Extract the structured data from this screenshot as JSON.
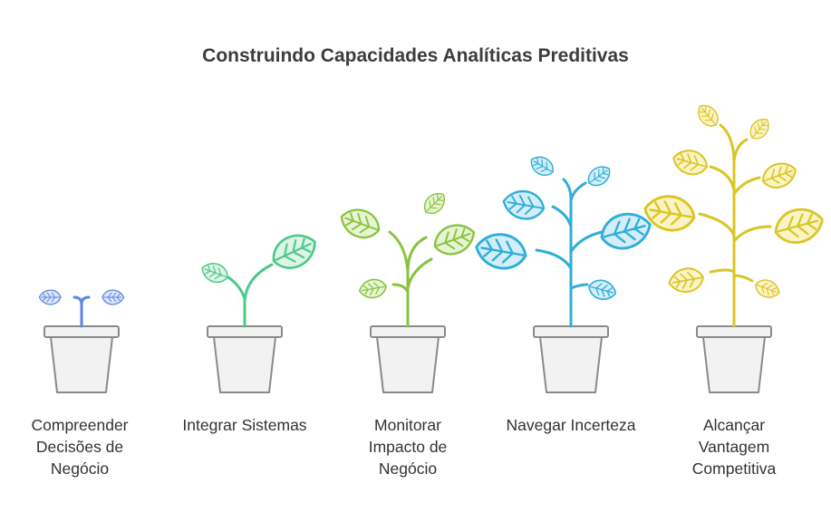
{
  "title": "Construindo Capacidades Analíticas Preditivas",
  "stages": [
    {
      "lines": [
        "Compreender",
        "Decisões de",
        "Negócio"
      ],
      "color": "#5b86e5",
      "fill": "#dde6fa"
    },
    {
      "lines": [
        "Integrar Sistemas"
      ],
      "color": "#4ec98a",
      "fill": "#ddf5e7"
    },
    {
      "lines": [
        "Monitorar",
        "Impacto de",
        "Negócio"
      ],
      "color": "#88c340",
      "fill": "#e7f4d3"
    },
    {
      "lines": [
        "Navegar Incerteza"
      ],
      "color": "#2eaed8",
      "fill": "#d3eef8"
    },
    {
      "lines": [
        "Alcançar",
        "Vantagem",
        "Competitiva"
      ],
      "color": "#d9c626",
      "fill": "#faf3c4"
    }
  ]
}
